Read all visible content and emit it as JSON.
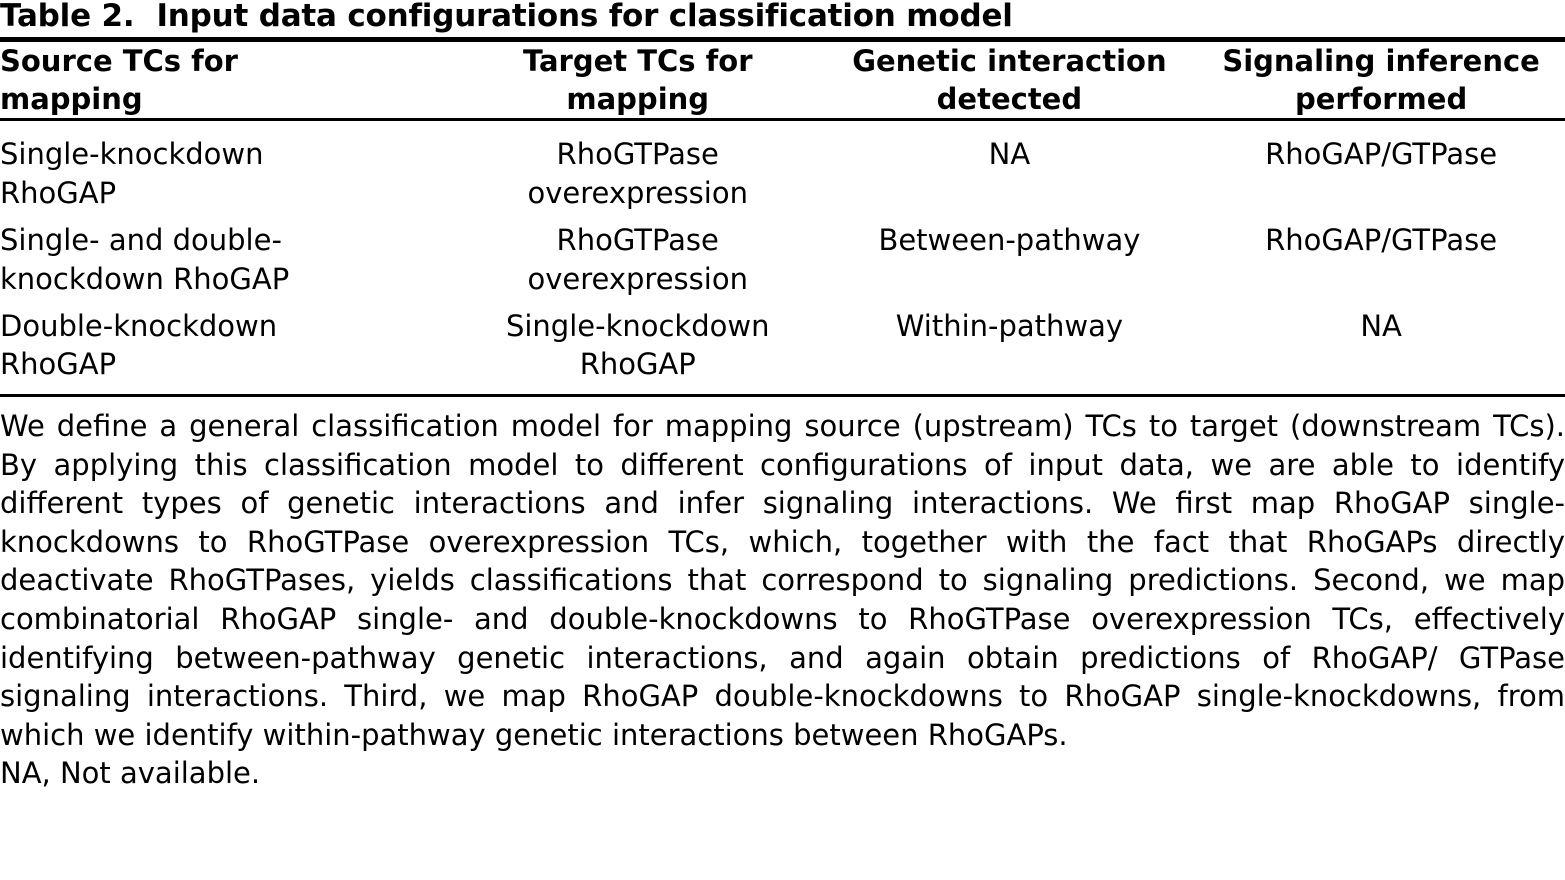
{
  "caption": {
    "label": "Table 2.",
    "text": "Input data configurations for classification model"
  },
  "table": {
    "headers": [
      {
        "line1": "Source TCs for",
        "line2": "mapping"
      },
      {
        "line1": "Target TCs for",
        "line2": "mapping"
      },
      {
        "line1": "Genetic interaction",
        "line2": "detected"
      },
      {
        "line1": "Signaling inference",
        "line2": "performed"
      }
    ],
    "rows": [
      {
        "source": {
          "line1": "Single-knockdown",
          "line2": "RhoGAP"
        },
        "target": {
          "line1": "RhoGTPase",
          "line2": "overexpression"
        },
        "genetic": "NA",
        "signaling": "RhoGAP/GTPase"
      },
      {
        "source": {
          "line1": "Single- and double-",
          "line2": "knockdown RhoGAP"
        },
        "target": {
          "line1": "RhoGTPase",
          "line2": "overexpression"
        },
        "genetic": "Between-pathway",
        "signaling": "RhoGAP/GTPase"
      },
      {
        "source": {
          "line1": "Double-knockdown",
          "line2": "RhoGAP"
        },
        "target": {
          "line1": "Single-knockdown",
          "line2": "RhoGAP"
        },
        "genetic": "Within-pathway",
        "signaling": "NA"
      }
    ]
  },
  "footnote": {
    "paragraph": "We define a general classification model for mapping source (upstream) TCs to target (downstream TCs). By applying this classification model to different configurations of input data, we are able to identify different types of genetic interactions and infer signaling interactions. We first map RhoGAP single-knockdowns to RhoGTPase overexpression TCs, which, together with the fact that RhoGAPs directly deactivate RhoGTPases, yields classifications that correspond to signaling predictions. Second, we map combinatorial RhoGAP single- and double-knockdowns to RhoGTPase overexpression TCs, effectively identifying between-pathway genetic interactions, and again obtain predictions of RhoGAP/ GTPase signaling interactions. Third, we map RhoGAP double-knockdowns to RhoGAP single-knockdowns, from which we identify within-pathway genetic interactions between RhoGAPs.",
    "abbreviation": "NA, Not available."
  }
}
